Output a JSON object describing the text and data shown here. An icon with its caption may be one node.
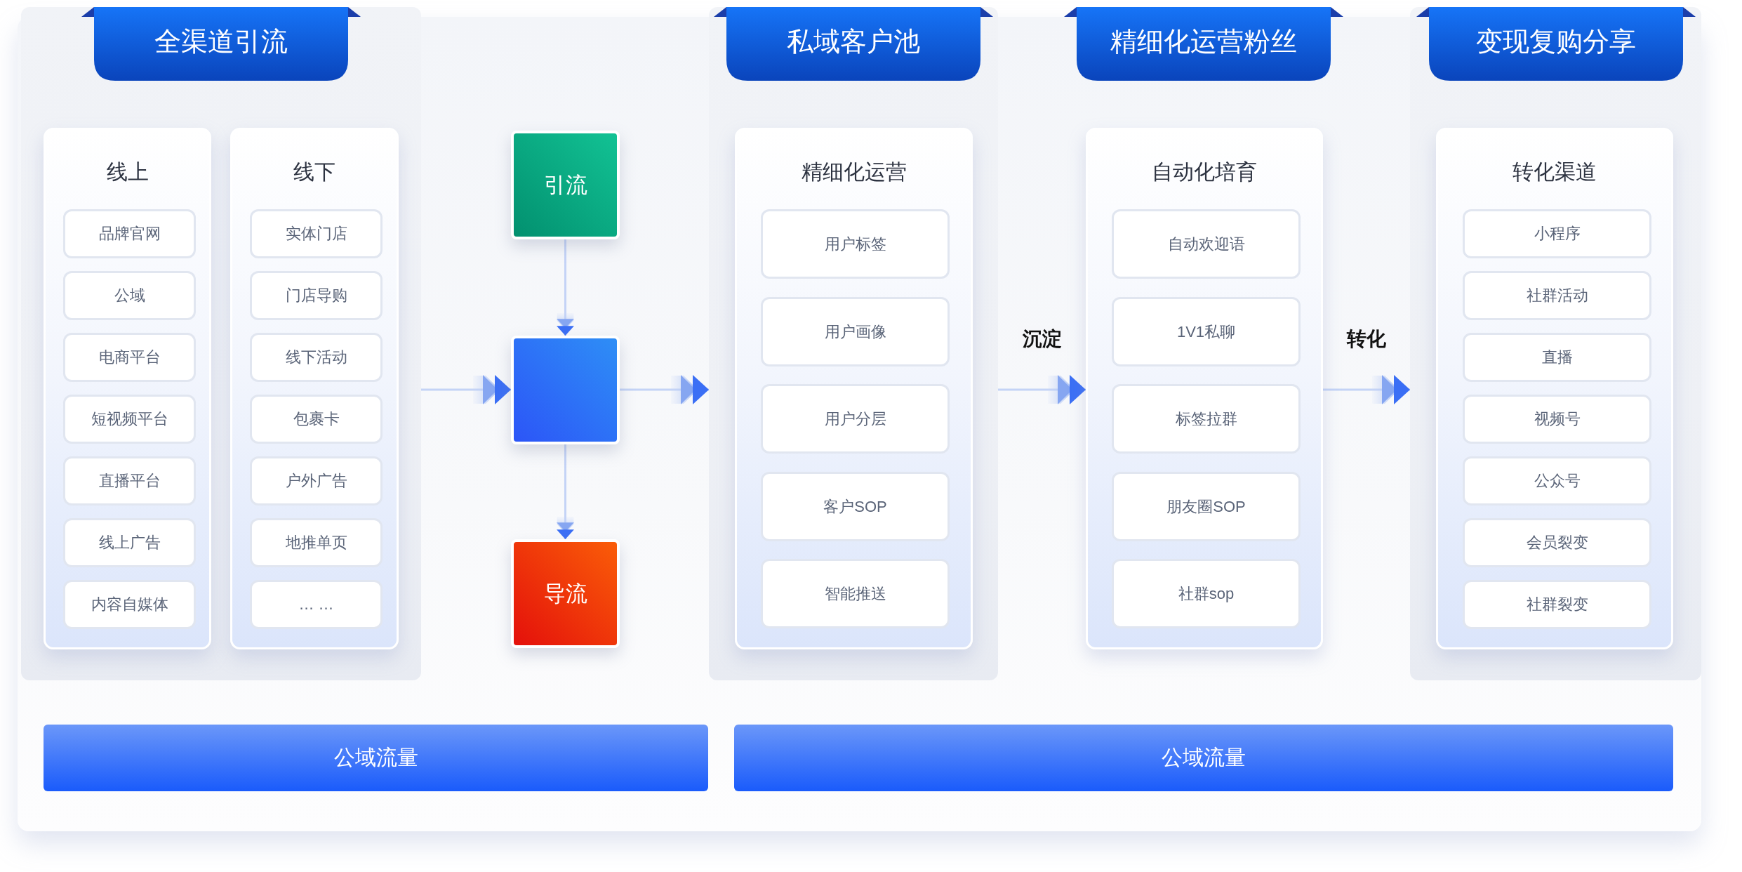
{
  "diagram": {
    "nodes": [
      {
        "text": [],
        "shape": "box"
      },
      {
        "text": [
          "全渠道引流"
        ],
        "in": 0
      },
      {
        "text": [
          "线上"
        ],
        "in": 0
      },
      {
        "text": [
          "品牌官网"
        ],
        "in": 2
      },
      {
        "text": [
          "公域"
        ],
        "in": 2
      },
      {
        "text": [
          "电商平台"
        ],
        "in": 2
      },
      {
        "text": [
          "短视频平台"
        ],
        "in": 2
      },
      {
        "text": [
          "直播平台"
        ],
        "in": 2
      },
      {
        "text": [
          "线上广告"
        ],
        "in": 2
      },
      {
        "text": [
          "内容自媒体"
        ],
        "in": 2
      },
      {
        "text": [
          "线下"
        ],
        "in": 0
      },
      {
        "text": [
          "实体门店"
        ],
        "in": 10
      },
      {
        "text": [
          "门店导购"
        ],
        "in": 10
      },
      {
        "text": [
          "线下活动"
        ],
        "in": 10
      },
      {
        "text": [
          "包裹卡"
        ],
        "in": 10
      },
      {
        "text": [
          "户外广告"
        ],
        "in": 10
      },
      {
        "text": [
          "地推单页"
        ],
        "in": 10
      },
      {
        "text": [
          "… …"
        ],
        "in": 10
      },
      {
        "text": [
          "引流"
        ]
      },
      {
        "text": [],
        "shape": "box"
      },
      {
        "text": [
          "导流"
        ]
      },
      {
        "text": [],
        "shape": "box"
      },
      {
        "text": [
          "私域客户池"
        ],
        "in": 21
      },
      {
        "text": [
          "精细化运营"
        ],
        "in": 21
      },
      {
        "text": [
          "用户标签"
        ],
        "in": 23
      },
      {
        "text": [
          "用户画像"
        ],
        "in": 23
      },
      {
        "text": [
          "用户分层"
        ],
        "in": 23
      },
      {
        "text": [
          "客户SOP"
        ],
        "in": 23
      },
      {
        "text": [
          "智能推送"
        ],
        "in": 23
      },
      {
        "text": [
          "精细化运营粉丝"
        ]
      },
      {
        "text": [
          "自动化培育"
        ]
      },
      {
        "text": [
          "自动欢迎语"
        ],
        "in": 30
      },
      {
        "text": [
          "1V1私聊"
        ],
        "in": 30
      },
      {
        "text": [
          "标签拉群"
        ],
        "in": 30
      },
      {
        "text": [
          "朋友圈SOP"
        ],
        "in": 30
      },
      {
        "text": [
          "社群sop"
        ],
        "in": 30
      },
      {
        "text": [],
        "shape": "box"
      },
      {
        "text": [
          "变现复购分享"
        ],
        "in": 36
      },
      {
        "text": [
          "转化渠道"
        ],
        "in": 36
      },
      {
        "text": [
          "小程序"
        ],
        "in": 38
      },
      {
        "text": [
          "社群活动"
        ],
        "in": 38
      },
      {
        "text": [
          "直播"
        ],
        "in": 38
      },
      {
        "text": [
          "视频号"
        ],
        "in": 38
      },
      {
        "text": [
          "公众号"
        ],
        "in": 38
      },
      {
        "text": [
          "会员裂变"
        ],
        "in": 38
      },
      {
        "text": [
          "社群裂变"
        ],
        "in": 38
      },
      {
        "text": [
          "公域流量"
        ]
      },
      {
        "text": [
          "公域流量"
        ]
      }
    ],
    "edges": [
      {
        "from": 0,
        "to": 19,
        "arrow": "to"
      },
      {
        "from": 18,
        "to": 19,
        "arrow": "to"
      },
      {
        "from": 19,
        "to": 20,
        "arrow": "to"
      },
      {
        "from": 19,
        "to": 21,
        "arrow": "to"
      },
      {
        "from": 21,
        "to": 30,
        "arrow": "to",
        "label": "沉淀"
      },
      {
        "from": 30,
        "to": 36,
        "arrow": "to",
        "label": "转化"
      }
    ]
  }
}
